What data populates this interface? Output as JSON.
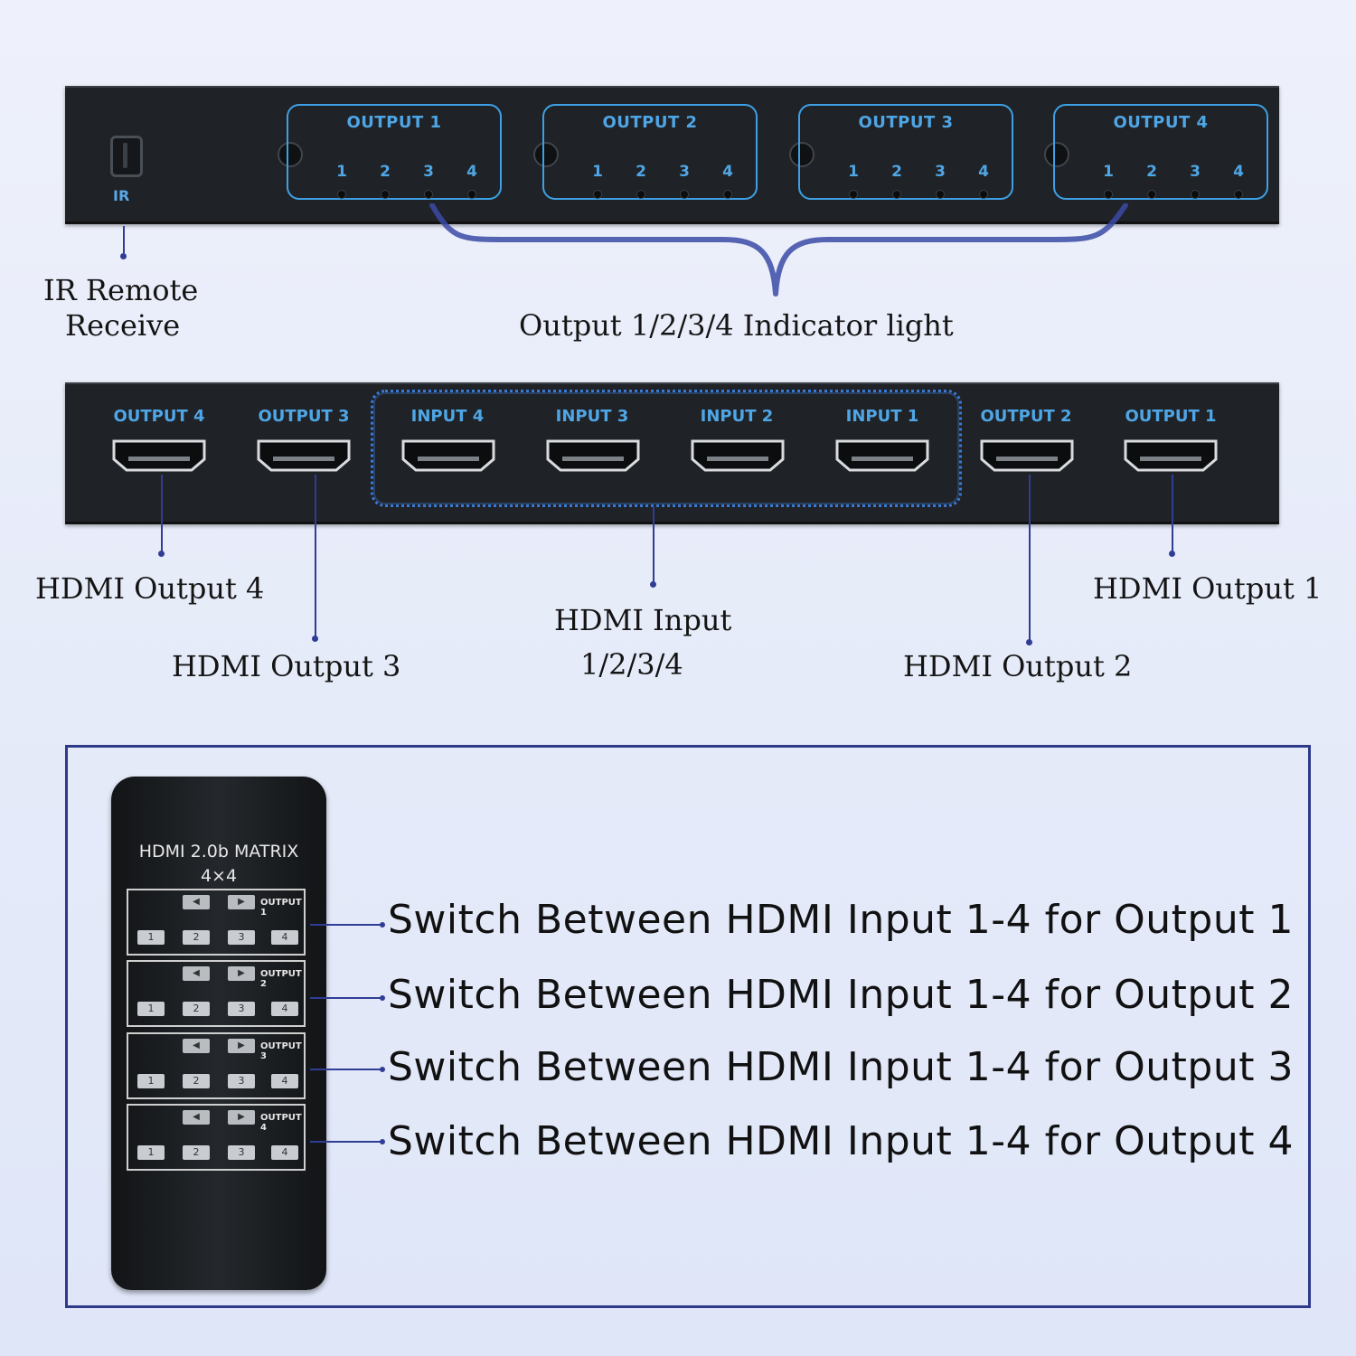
{
  "front_panel": {
    "ir_label": "IR",
    "groups": [
      {
        "title": "OUTPUT 1",
        "nums": [
          "1",
          "2",
          "3",
          "4"
        ]
      },
      {
        "title": "OUTPUT 2",
        "nums": [
          "1",
          "2",
          "3",
          "4"
        ]
      },
      {
        "title": "OUTPUT 3",
        "nums": [
          "1",
          "2",
          "3",
          "4"
        ]
      },
      {
        "title": "OUTPUT 4",
        "nums": [
          "1",
          "2",
          "3",
          "4"
        ]
      }
    ]
  },
  "rear_panel": {
    "ports": [
      "OUTPUT 4",
      "OUTPUT 3",
      "INPUT 4",
      "INPUT 3",
      "INPUT 2",
      "INPUT 1",
      "OUTPUT 2",
      "OUTPUT 1"
    ]
  },
  "labels": {
    "ir_remote_line1": "IR Remote",
    "ir_remote_line2": "Receive",
    "indicator": "Output 1/2/3/4 Indicator light",
    "hdmi_output_4": "HDMI Output 4",
    "hdmi_output_3": "HDMI Output 3",
    "hdmi_input_line1": "HDMI Input",
    "hdmi_input_line2": "1/2/3/4",
    "hdmi_output_2": "HDMI Output 2",
    "hdmi_output_1": "HDMI Output 1"
  },
  "remote": {
    "title_line1": "HDMI  2.0b MATRIX",
    "title_line2": "4×4",
    "groups": [
      {
        "output_label": "OUTPUT 1",
        "nums": [
          "1",
          "2",
          "3",
          "4"
        ]
      },
      {
        "output_label": "OUTPUT 2",
        "nums": [
          "1",
          "2",
          "3",
          "4"
        ]
      },
      {
        "output_label": "OUTPUT 3",
        "nums": [
          "1",
          "2",
          "3",
          "4"
        ]
      },
      {
        "output_label": "OUTPUT 4",
        "nums": [
          "1",
          "2",
          "3",
          "4"
        ]
      }
    ]
  },
  "switch_texts": [
    "Switch Between HDMI Input 1-4 for Output 1",
    "Switch Between HDMI Input 1-4 for Output 2",
    "Switch Between HDMI Input 1-4 for Output 3",
    "Switch Between HDMI Input 1-4 for Output 4"
  ],
  "colors": {
    "panel_label_blue": "#4fa6e6",
    "callout_navy": "#2f3d95",
    "panel_body": "#1f2226"
  }
}
